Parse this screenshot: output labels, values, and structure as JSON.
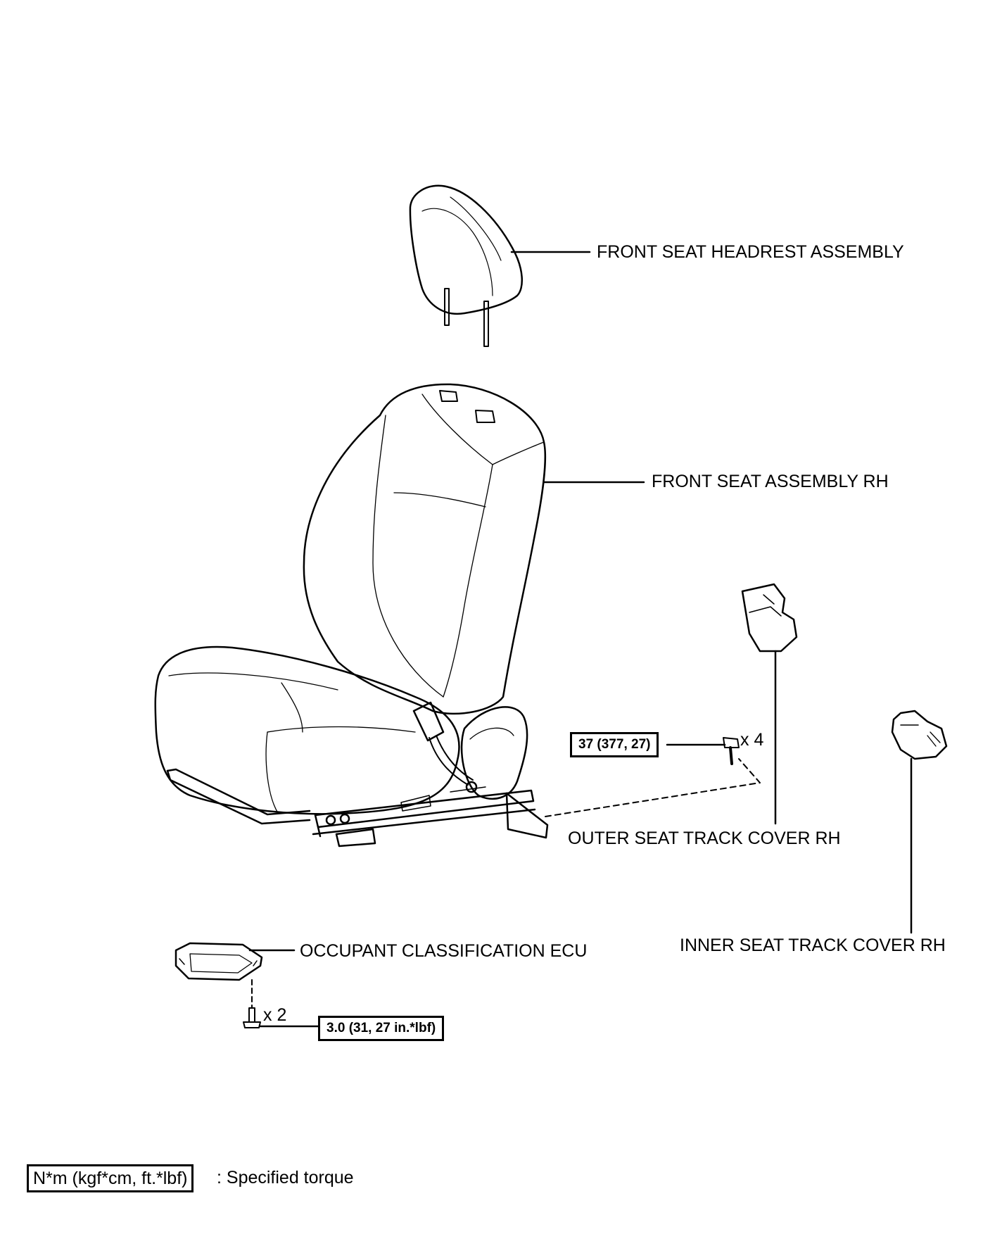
{
  "labels": {
    "headrest": "FRONT SEAT HEADREST ASSEMBLY",
    "seat": "FRONT SEAT ASSEMBLY RH",
    "outer_cover": "OUTER SEAT TRACK COVER RH",
    "inner_cover": "INNER SEAT TRACK COVER RH",
    "ecu": "OCCUPANT CLASSIFICATION ECU"
  },
  "torques": {
    "seat_bolt": "37 (377, 27)",
    "ecu_bolt": "3.0 (31, 27 in.*lbf)"
  },
  "quantities": {
    "seat_bolt": "x 4",
    "ecu_bolt": "x 2"
  },
  "legend": {
    "unit": "N*m (kgf*cm, ft.*lbf)",
    "meaning": ": Specified torque"
  }
}
